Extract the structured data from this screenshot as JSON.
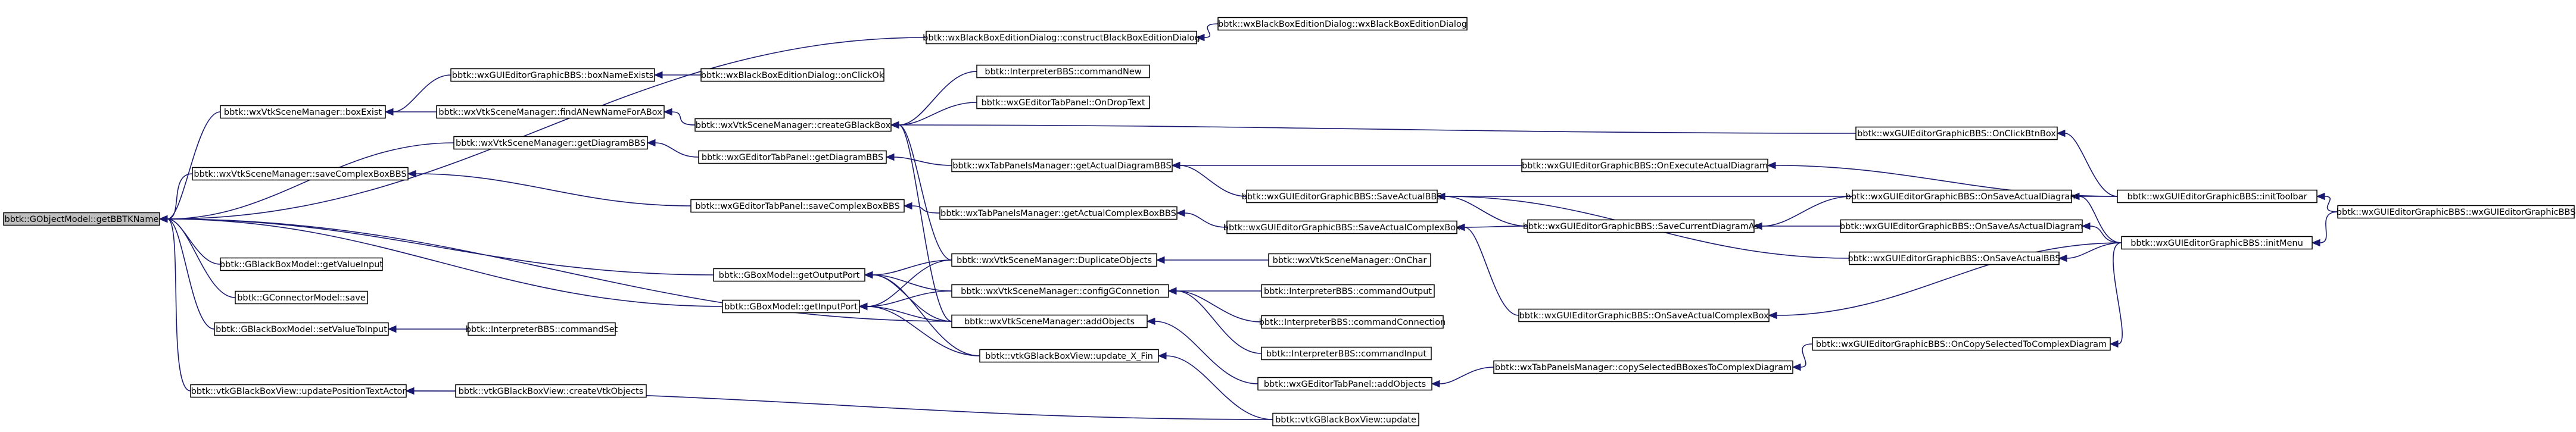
{
  "graph": {
    "root": "n0",
    "colors": {
      "edge": "#191970",
      "node_border": "#000000",
      "node_fill": "#ffffff",
      "root_fill": "#bfbfbf"
    },
    "nodes": [
      {
        "id": "n0",
        "label": "bbtk::GObjectModel::getBBTKName"
      },
      {
        "id": "n1",
        "label": "bbtk::wxBlackBoxEditionDialog::wxBlackBoxEditionDialog"
      },
      {
        "id": "n2",
        "label": "bbtk::wxBlackBoxEditionDialog::constructBlackBoxEditionDialog"
      },
      {
        "id": "n3",
        "label": "bbtk::wxGUIEditorGraphicBBS::boxNameExists"
      },
      {
        "id": "n4",
        "label": "bbtk::wxBlackBoxEditionDialog::onClickOk"
      },
      {
        "id": "n5",
        "label": "bbtk::wxVtkSceneManager::boxExist"
      },
      {
        "id": "n6",
        "label": "bbtk::wxVtkSceneManager::findANewNameForABox"
      },
      {
        "id": "n7",
        "label": "bbtk::wxVtkSceneManager::createGBlackBox"
      },
      {
        "id": "n8",
        "label": "bbtk::InterpreterBBS::commandNew"
      },
      {
        "id": "n9",
        "label": "bbtk::wxGEditorTabPanel::OnDropText"
      },
      {
        "id": "n10",
        "label": "bbtk::wxGUIEditorGraphicBBS::OnClickBtnBox"
      },
      {
        "id": "n11",
        "label": "bbtk::wxVtkSceneManager::getDiagramBBS"
      },
      {
        "id": "n12",
        "label": "bbtk::wxGEditorTabPanel::getDiagramBBS"
      },
      {
        "id": "n13",
        "label": "bbtk::wxTabPanelsManager::getActualDiagramBBS"
      },
      {
        "id": "n14",
        "label": "bbtk::wxGUIEditorGraphicBBS::OnExecuteActualDiagram"
      },
      {
        "id": "n15",
        "label": "bbtk::wxVtkSceneManager::saveComplexBoxBBS"
      },
      {
        "id": "n16",
        "label": "bbtk::wxGUIEditorGraphicBBS::SaveActualBBS"
      },
      {
        "id": "n17",
        "label": "bbtk::wxGUIEditorGraphicBBS::OnSaveActualDiagram"
      },
      {
        "id": "n18",
        "label": "bbtk::wxGUIEditorGraphicBBS::initToolbar"
      },
      {
        "id": "n19",
        "label": "bbtk::wxGEditorTabPanel::saveComplexBoxBBS"
      },
      {
        "id": "n20",
        "label": "bbtk::wxTabPanelsManager::getActualComplexBoxBBS"
      },
      {
        "id": "n21",
        "label": "bbtk::wxGUIEditorGraphicBBS::SaveActualComplexBox"
      },
      {
        "id": "n22",
        "label": "bbtk::wxGUIEditorGraphicBBS::SaveCurrentDiagramAs"
      },
      {
        "id": "n23",
        "label": "bbtk::wxGUIEditorGraphicBBS::wxGUIEditorGraphicBBS"
      },
      {
        "id": "n24",
        "label": "bbtk::wxGUIEditorGraphicBBS::OnSaveAsActualDiagram"
      },
      {
        "id": "n25",
        "label": "bbtk::wxGUIEditorGraphicBBS::initMenu"
      },
      {
        "id": "n26",
        "label": "bbtk::wxVtkSceneManager::DuplicateObjects"
      },
      {
        "id": "n27",
        "label": "bbtk::wxVtkSceneManager::OnChar"
      },
      {
        "id": "n28",
        "label": "bbtk::GBlackBoxModel::getValueInput"
      },
      {
        "id": "n29",
        "label": "bbtk::GBoxModel::getOutputPort"
      },
      {
        "id": "n30",
        "label": "bbtk::wxGUIEditorGraphicBBS::OnSaveActualBBS"
      },
      {
        "id": "n31",
        "label": "bbtk::GConnectorModel::save"
      },
      {
        "id": "n32",
        "label": "bbtk::wxVtkSceneManager::configGConnetion"
      },
      {
        "id": "n33",
        "label": "bbtk::InterpreterBBS::commandOutput"
      },
      {
        "id": "n34",
        "label": "bbtk::wxGUIEditorGraphicBBS::OnSaveActualComplexBox"
      },
      {
        "id": "n35",
        "label": "bbtk::GBoxModel::getInputPort"
      },
      {
        "id": "n36",
        "label": "bbtk::InterpreterBBS::commandConnection"
      },
      {
        "id": "n37",
        "label": "bbtk::wxVtkSceneManager::addObjects"
      },
      {
        "id": "n38",
        "label": "bbtk::GBlackBoxModel::setValueToInput"
      },
      {
        "id": "n39",
        "label": "bbtk::InterpreterBBS::commandSet"
      },
      {
        "id": "n40",
        "label": "bbtk::InterpreterBBS::commandInput"
      },
      {
        "id": "n41",
        "label": "bbtk::wxGUIEditorGraphicBBS::OnCopySelectedToComplexDiagram"
      },
      {
        "id": "n42",
        "label": "bbtk::vtkGBlackBoxView::update_X_Fin"
      },
      {
        "id": "n43",
        "label": "bbtk::wxTabPanelsManager::copySelectedBBoxesToComplexDiagram"
      },
      {
        "id": "n44",
        "label": "bbtk::wxGEditorTabPanel::addObjects"
      },
      {
        "id": "n45",
        "label": "bbtk::vtkGBlackBoxView::updatePositionTextActor"
      },
      {
        "id": "n46",
        "label": "bbtk::vtkGBlackBoxView::createVtkObjects"
      },
      {
        "id": "n47",
        "label": "bbtk::vtkGBlackBoxView::update"
      }
    ],
    "edges": [
      [
        "n2",
        "n0"
      ],
      [
        "n1",
        "n2"
      ],
      [
        "n5",
        "n0"
      ],
      [
        "n3",
        "n5"
      ],
      [
        "n4",
        "n3"
      ],
      [
        "n6",
        "n5"
      ],
      [
        "n7",
        "n6"
      ],
      [
        "n8",
        "n7"
      ],
      [
        "n9",
        "n7"
      ],
      [
        "n10",
        "n7"
      ],
      [
        "n26",
        "n7"
      ],
      [
        "n37",
        "n7"
      ],
      [
        "n18",
        "n10"
      ],
      [
        "n11",
        "n0"
      ],
      [
        "n12",
        "n11"
      ],
      [
        "n13",
        "n12"
      ],
      [
        "n14",
        "n13"
      ],
      [
        "n16",
        "n13"
      ],
      [
        "n18",
        "n14"
      ],
      [
        "n17",
        "n16"
      ],
      [
        "n22",
        "n16"
      ],
      [
        "n30",
        "n16"
      ],
      [
        "n18",
        "n17"
      ],
      [
        "n25",
        "n17"
      ],
      [
        "n23",
        "n18"
      ],
      [
        "n15",
        "n0"
      ],
      [
        "n19",
        "n15"
      ],
      [
        "n20",
        "n19"
      ],
      [
        "n21",
        "n20"
      ],
      [
        "n22",
        "n21"
      ],
      [
        "n34",
        "n21"
      ],
      [
        "n17",
        "n22"
      ],
      [
        "n24",
        "n22"
      ],
      [
        "n25",
        "n24"
      ],
      [
        "n23",
        "n25"
      ],
      [
        "n25",
        "n30"
      ],
      [
        "n25",
        "n34"
      ],
      [
        "n27",
        "n26"
      ],
      [
        "n28",
        "n0"
      ],
      [
        "n29",
        "n0"
      ],
      [
        "n26",
        "n29"
      ],
      [
        "n32",
        "n29"
      ],
      [
        "n37",
        "n29"
      ],
      [
        "n42",
        "n29"
      ],
      [
        "n31",
        "n0"
      ],
      [
        "n35",
        "n0"
      ],
      [
        "n26",
        "n35"
      ],
      [
        "n32",
        "n35"
      ],
      [
        "n37",
        "n35"
      ],
      [
        "n42",
        "n35"
      ],
      [
        "n33",
        "n32"
      ],
      [
        "n36",
        "n32"
      ],
      [
        "n40",
        "n32"
      ],
      [
        "n44",
        "n37"
      ],
      [
        "n38",
        "n0"
      ],
      [
        "n39",
        "n38"
      ],
      [
        "n37",
        "n0"
      ],
      [
        "n43",
        "n44"
      ],
      [
        "n41",
        "n43"
      ],
      [
        "n25",
        "n41"
      ],
      [
        "n45",
        "n0"
      ],
      [
        "n46",
        "n45"
      ],
      [
        "n47",
        "n45"
      ],
      [
        "n47",
        "n42"
      ]
    ]
  }
}
